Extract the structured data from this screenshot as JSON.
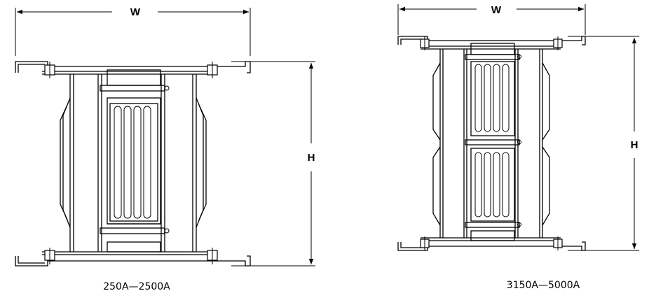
{
  "diagrams": [
    {
      "width_label": "W",
      "height_label": "H",
      "caption": "250A—2500A"
    },
    {
      "width_label": "W",
      "height_label": "H",
      "caption": "3150A—5000A"
    }
  ]
}
